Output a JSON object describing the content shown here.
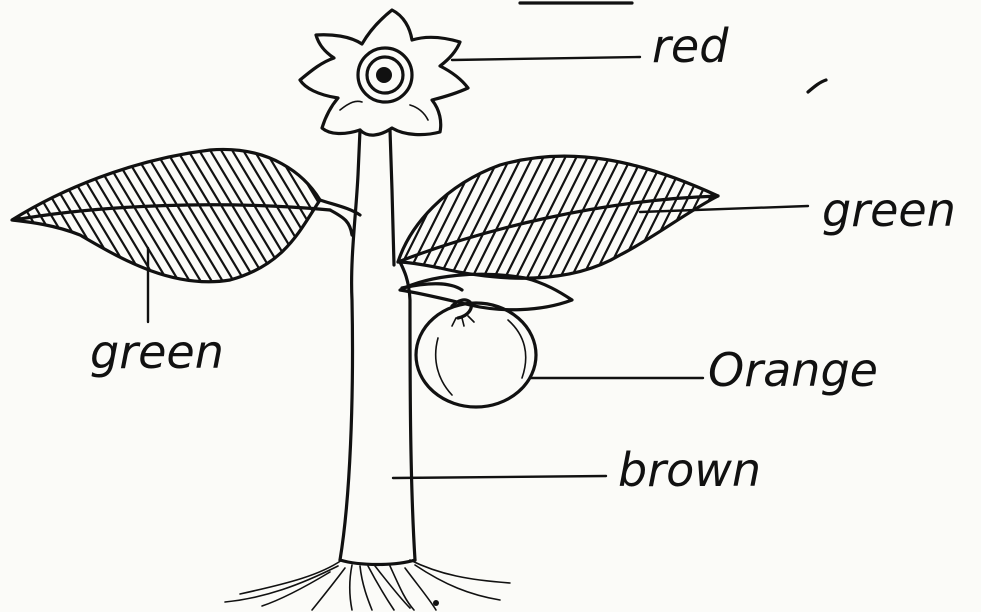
{
  "labels": {
    "flower": "red",
    "leaf_right": "green",
    "leaf_left": "green",
    "fruit": "Orange",
    "stem": "brown"
  }
}
